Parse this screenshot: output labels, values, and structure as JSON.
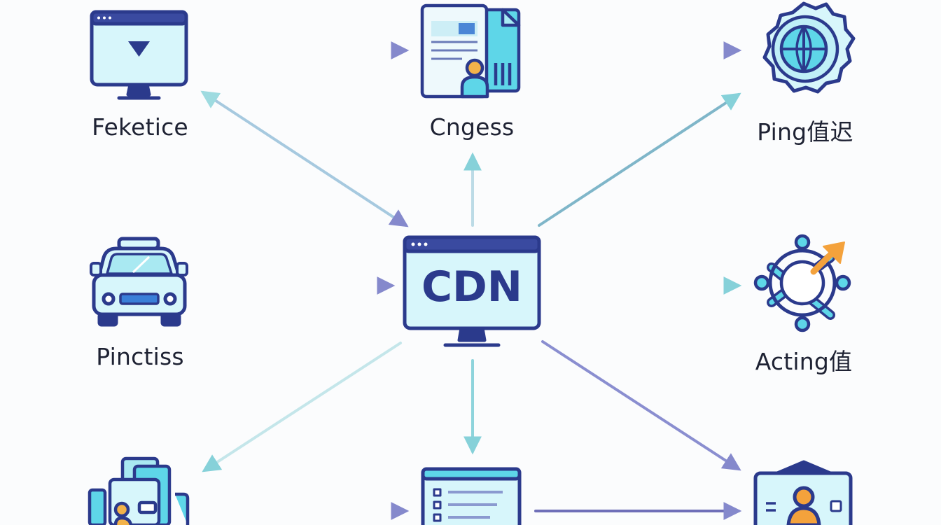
{
  "center": {
    "text": "CDN"
  },
  "labels": {
    "top_left": "Feketice",
    "top_center": "Cngess",
    "top_right": "Ping值迟",
    "mid_left": "Pinctiss",
    "mid_right": "Acting值"
  },
  "colors": {
    "navy": "#2b3a8c",
    "icon_fill": "#d7f6fb",
    "panel": "#5ed6e8",
    "arrow_purple": "#8d8fcf",
    "arrow_teal": "#8fd6dc",
    "accent_orange": "#f4a23c",
    "text": "#1e2233"
  }
}
